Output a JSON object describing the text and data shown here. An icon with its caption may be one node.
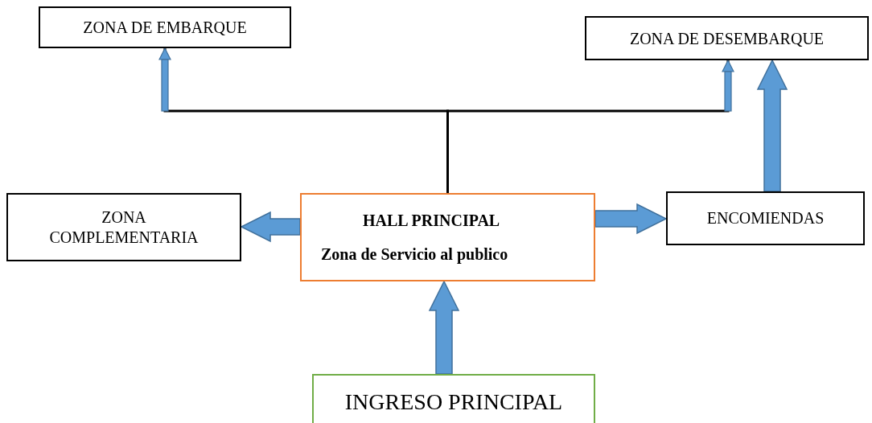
{
  "diagram": {
    "nodes": [
      {
        "text": [
          "ZONA DE EMBARQUE"
        ]
      },
      {
        "text": [
          "ZONA DE DESEMBARQUE"
        ]
      },
      {
        "text": [
          "ZONA COMPLEMENTARIA"
        ]
      },
      {
        "text": [
          "HALL PRINCIPAL",
          "Zona de Servicio al publico"
        ]
      },
      {
        "text": [
          "ENCOMIENDAS"
        ]
      },
      {
        "text": [
          "INGRESO PRINCIPAL"
        ]
      }
    ],
    "edges": [
      {
        "from": 3,
        "to": 0,
        "arrow": "to"
      },
      {
        "from": 3,
        "to": 1,
        "arrow": "to"
      },
      {
        "from": 3,
        "to": 2,
        "arrow": "to",
        "style": "thick"
      },
      {
        "from": 3,
        "to": 4,
        "arrow": "to",
        "style": "thick"
      },
      {
        "from": 4,
        "to": 1,
        "arrow": "to",
        "style": "thick"
      },
      {
        "from": 5,
        "to": 3,
        "arrow": "to",
        "style": "thick"
      }
    ]
  }
}
